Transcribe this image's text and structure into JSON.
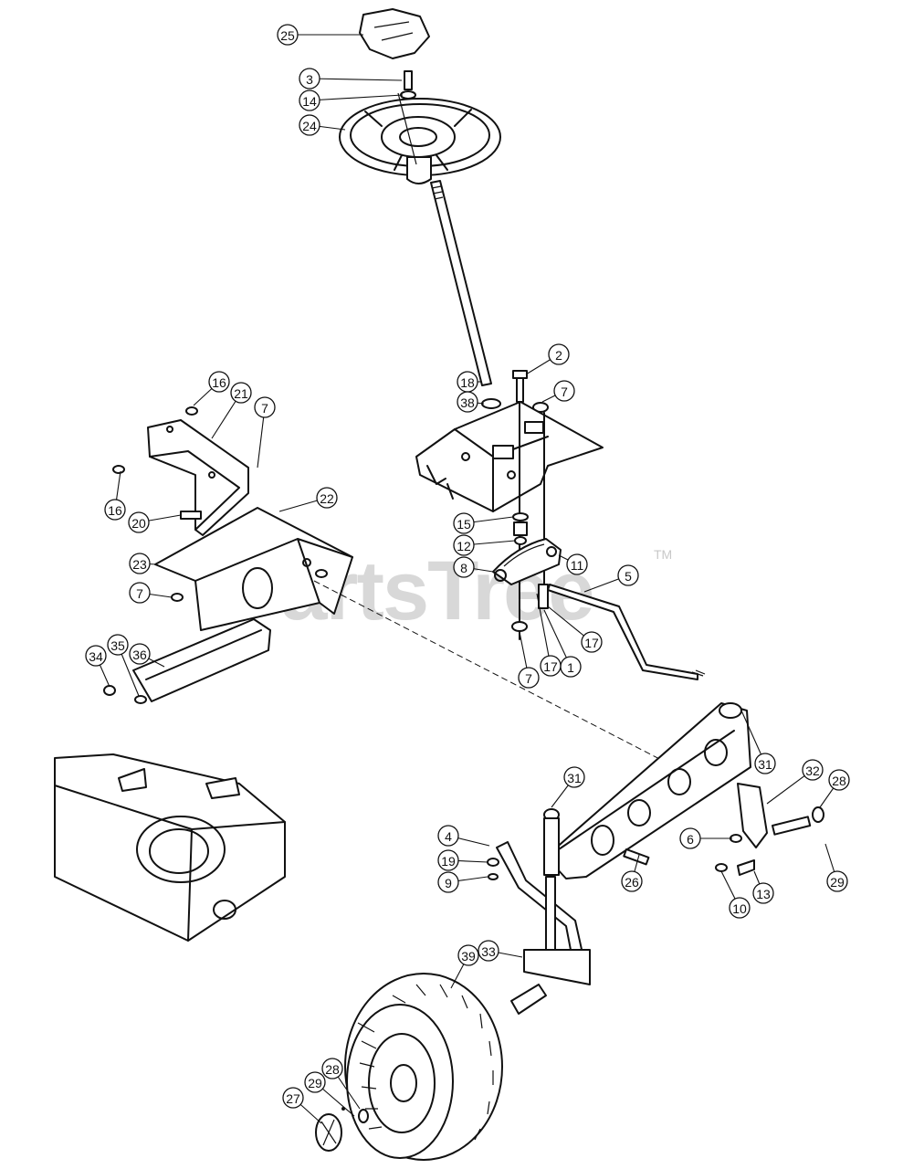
{
  "watermark": {
    "text": "PartsTree",
    "tm": "TM"
  },
  "callouts": [
    "25",
    "3",
    "14",
    "24",
    "18",
    "2",
    "7",
    "38",
    "16",
    "21",
    "7",
    "16",
    "20",
    "22",
    "23",
    "7",
    "15",
    "12",
    "8",
    "11",
    "5",
    "17",
    "1",
    "17",
    "7",
    "36",
    "35",
    "34",
    "31",
    "31",
    "32",
    "28",
    "4",
    "19",
    "9",
    "26",
    "6",
    "10",
    "13",
    "29",
    "33",
    "39",
    "29",
    "28",
    "27"
  ]
}
